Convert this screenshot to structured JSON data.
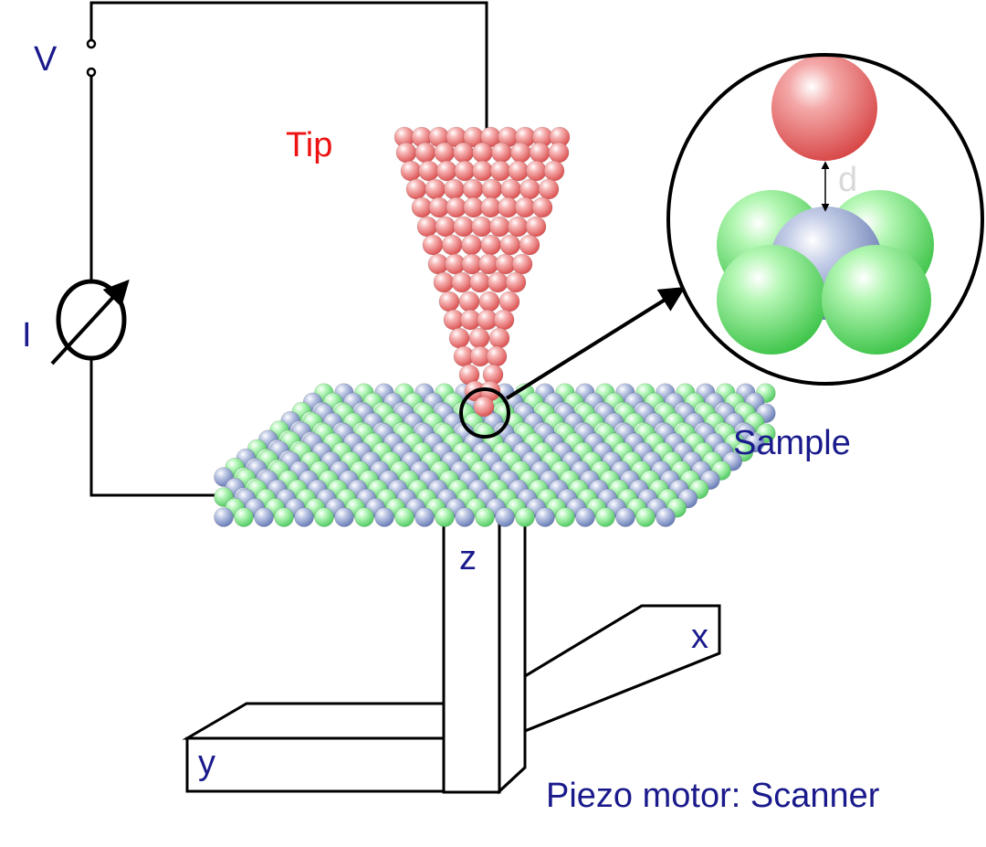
{
  "labels": {
    "voltage": "V",
    "current": "I",
    "tip": "Tip",
    "sample": "Sample",
    "distance": "d",
    "z_axis": "z",
    "x_axis": "x",
    "y_axis": "y",
    "scanner": "Piezo motor: Scanner"
  },
  "colors": {
    "tip_atom": "#f07a7a",
    "sample_atom_green": "#9ff2a6",
    "sample_atom_blue": "#9fb0d6",
    "zoom_green": "#8df08d",
    "zoom_blue": "#9fb0d8",
    "label_navy": "#1a1a8c",
    "label_red": "#ee1111",
    "line": "#000000"
  },
  "icons": [
    "ammeter-icon",
    "switch-contacts-icon",
    "arrow-icon"
  ]
}
